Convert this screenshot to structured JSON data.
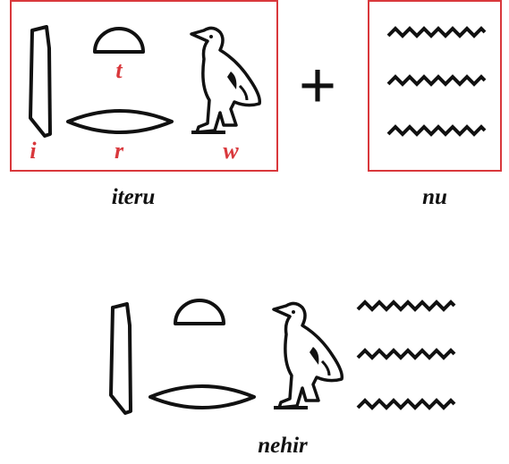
{
  "top": {
    "left_box": {
      "signs": [
        {
          "name": "reed-leaf",
          "transliteration": "i"
        },
        {
          "name": "bread-loaf",
          "transliteration": "t"
        },
        {
          "name": "mouth",
          "transliteration": "r"
        },
        {
          "name": "quail-chick",
          "transliteration": "w"
        }
      ],
      "caption": "iteru"
    },
    "operator": "+",
    "right_box": {
      "signs": [
        {
          "name": "water-ripples"
        }
      ],
      "caption": "nu"
    }
  },
  "bottom": {
    "signs": [
      {
        "name": "reed-leaf"
      },
      {
        "name": "bread-loaf"
      },
      {
        "name": "mouth"
      },
      {
        "name": "quail-chick"
      },
      {
        "name": "water-ripples"
      }
    ],
    "caption": "nehir"
  },
  "colors": {
    "accent": "#d9383c",
    "ink": "#111111"
  }
}
